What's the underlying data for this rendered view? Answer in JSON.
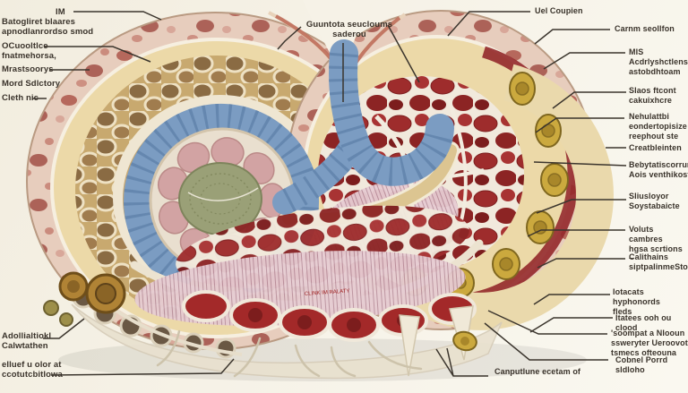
{
  "figure": {
    "description": "Hand-painted anatomical cross-section illustration of a bilobed organ with layered walls, a blue segmented tube, vascular red interior, honeycomb tissue and egg-like follicles, annotated with leader lines and labels on both sides"
  },
  "labels": {
    "im": {
      "text": "IM"
    },
    "batoglret": {
      "text": "Batogliret blaares\napnodlanrordso smod"
    },
    "ocuooltlce": {
      "text": "OCuooltlce\nfnatmehorsa,"
    },
    "mrastsoorys": {
      "text": "Mrastsoorys"
    },
    "mord": {
      "text": "Mord Sdlctory"
    },
    "cleth": {
      "text": "Cleth nic"
    },
    "adollialtiokl": {
      "text": "Adollialtiokl\nCalwtathen"
    },
    "elluef": {
      "text": "elluef u olor at\nccotutcbitlowa"
    },
    "top_center": {
      "text": "Guuntota seucloums\nsaderou"
    },
    "uel": {
      "text": "Uel Coupien"
    },
    "carnm": {
      "text": "Carnm seollfon"
    },
    "mis": {
      "text": "MIS\nAcdrlyshctlens\nastobdhtoam"
    },
    "slaos": {
      "text": "Slaos ftcont\ncakuixhcre"
    },
    "nehulattbi": {
      "text": "Nehulattbi\neondertopisize\nreephout ste"
    },
    "creatbleinten": {
      "text": "Creatbleinten"
    },
    "bebytatiscorrunt": {
      "text": "Bebytatiscorrunt\nAois venthikost"
    },
    "sliusloyor": {
      "text": "Sliusloyor\nSoystabaicte"
    },
    "voluts": {
      "text": "Voluts cambres\nhgsa scrtions –"
    },
    "calithains": {
      "text": "Calithains\nsiptpalinmeStoth"
    },
    "iotacats": {
      "text": "Iotacats hyphonords\nfleds"
    },
    "itatees": {
      "text": "Itatees ooh ou clood"
    },
    "soompat": {
      "text": "'soompat a Nlooun\nssweryter Ueroovot\ntsmecs ofteouna"
    },
    "cobnel": {
      "text": "Cobnel Porrd sldloho"
    },
    "canputlune": {
      "text": "Canputlune ecetam of"
    },
    "band": {
      "text": "CLINK IM RALATY"
    }
  },
  "colors": {
    "background": "#f5f1e6",
    "label_text": "#3a332b",
    "leader_line": "#3b352d",
    "outer_wall": "#e7cdbd",
    "wall_spot": "#a5473c",
    "inner_yellow": "#ecd9a8",
    "honeycomb_tan": "#c8a96f",
    "honeycomb_cell": "#8a6b43",
    "ivory": "#efe6d2",
    "tube_blue": "#7b9cc2",
    "tube_ridge": "#5d80a8",
    "vascular_red": "#9e2c2c",
    "deep_red": "#7c1d1d",
    "band_tan": "#dcc591",
    "core_olive": "#9aa077",
    "lobule_pink": "#d2a3a3",
    "egg_yellow": "#cba93e",
    "egg_rim": "#7f671f",
    "striae_pink": "#e6ccd2",
    "dark_rim": "#6a5844",
    "band_text_red": "#a12121"
  }
}
